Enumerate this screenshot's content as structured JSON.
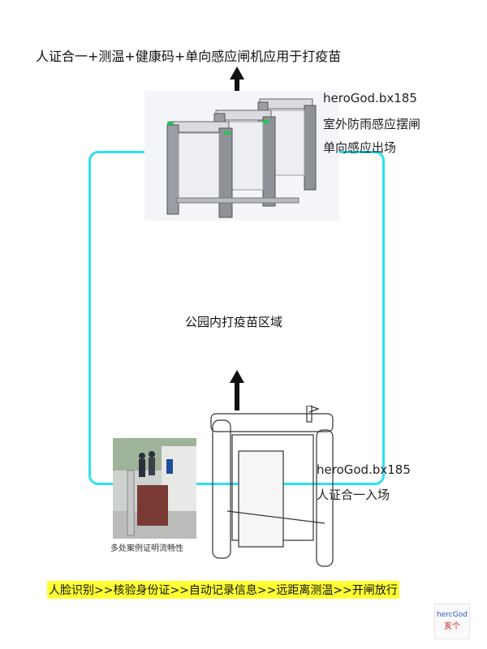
{
  "title": "人证合一+测温+健康码+单向感应闸机应用于打疫苗",
  "top_gate": {
    "brand": "heroGod.bx185",
    "line1": "室外防雨感应摆闸",
    "line2": "单向感应出场"
  },
  "center_label": "公园内打疫苗区域",
  "bottom_gate": {
    "brand": "heroGod.bx185",
    "line1": "人证合一入场"
  },
  "photo_caption": "多处案例证明流畅性",
  "banner": "人脸识别>>核验身份证>>自动记录信息>>远距离测温>>开闸放行",
  "logo": {
    "text1": "hercGod",
    "text2": "亥个"
  },
  "colors": {
    "loop": "#2ee0f0",
    "banner_bg": "#ffff33"
  }
}
